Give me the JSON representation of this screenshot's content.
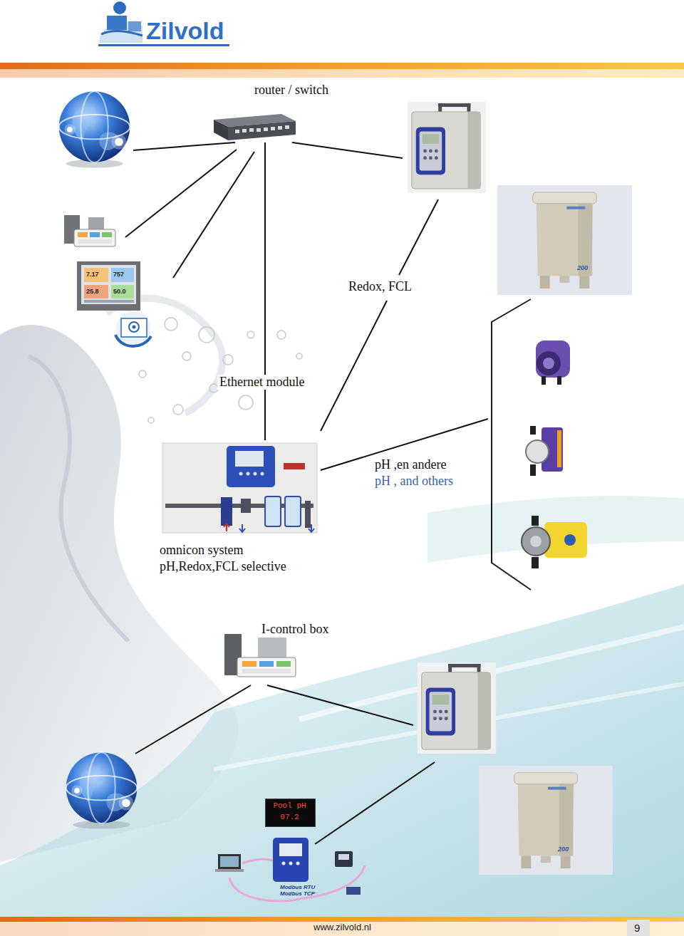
{
  "diagram": {
    "nodes": [
      {
        "text": [
          "router / switch"
        ]
      },
      {
        "text": [
          "omnicon system pH,Redox,FCL selective"
        ]
      },
      {
        "text": [
          "I-control box"
        ]
      },
      {
        "text": [
          "Pool pH",
          "07.2"
        ]
      }
    ],
    "edges": [
      {
        "from": 0,
        "to": 1,
        "arrow": "none",
        "label": "Ethernet module"
      }
    ],
    "labels": [
      "Zilvold",
      "Redox, FCL",
      "pH ,en andere",
      "pH , and others",
      "200",
      "200",
      "Modbus RTU Modbus TCP",
      "www.zilvold.nl",
      "9",
      "7.17",
      "757",
      "25.8",
      "50.0"
    ]
  }
}
